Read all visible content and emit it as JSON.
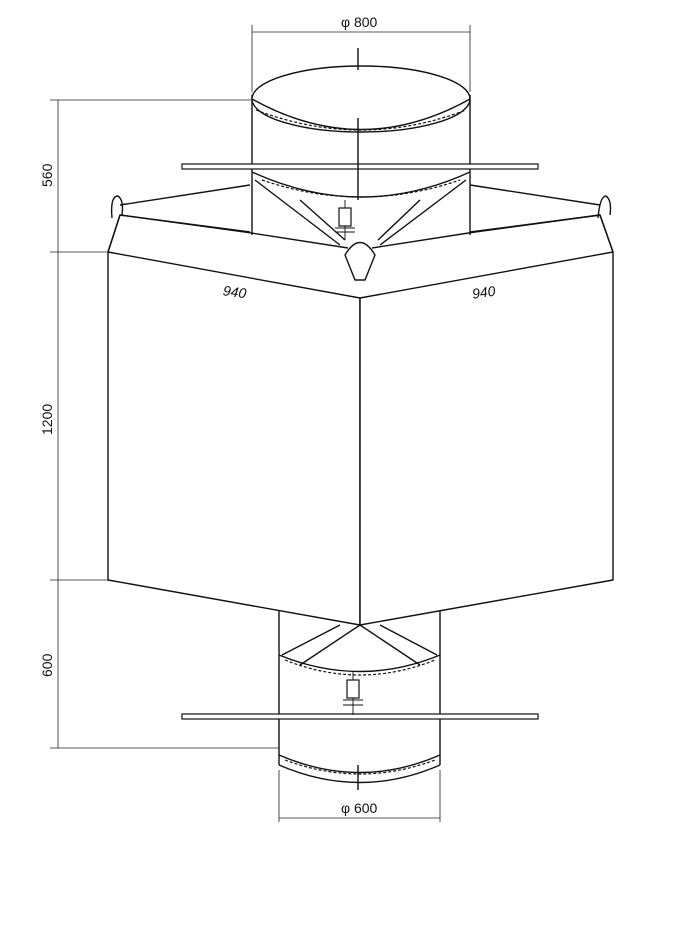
{
  "dimensions": {
    "top_diameter": "φ 800",
    "bottom_diameter": "φ 600",
    "top_spout_height": "560",
    "body_height": "1200",
    "bottom_spout_height": "600",
    "left_side_width": "940",
    "right_side_width": "940"
  }
}
